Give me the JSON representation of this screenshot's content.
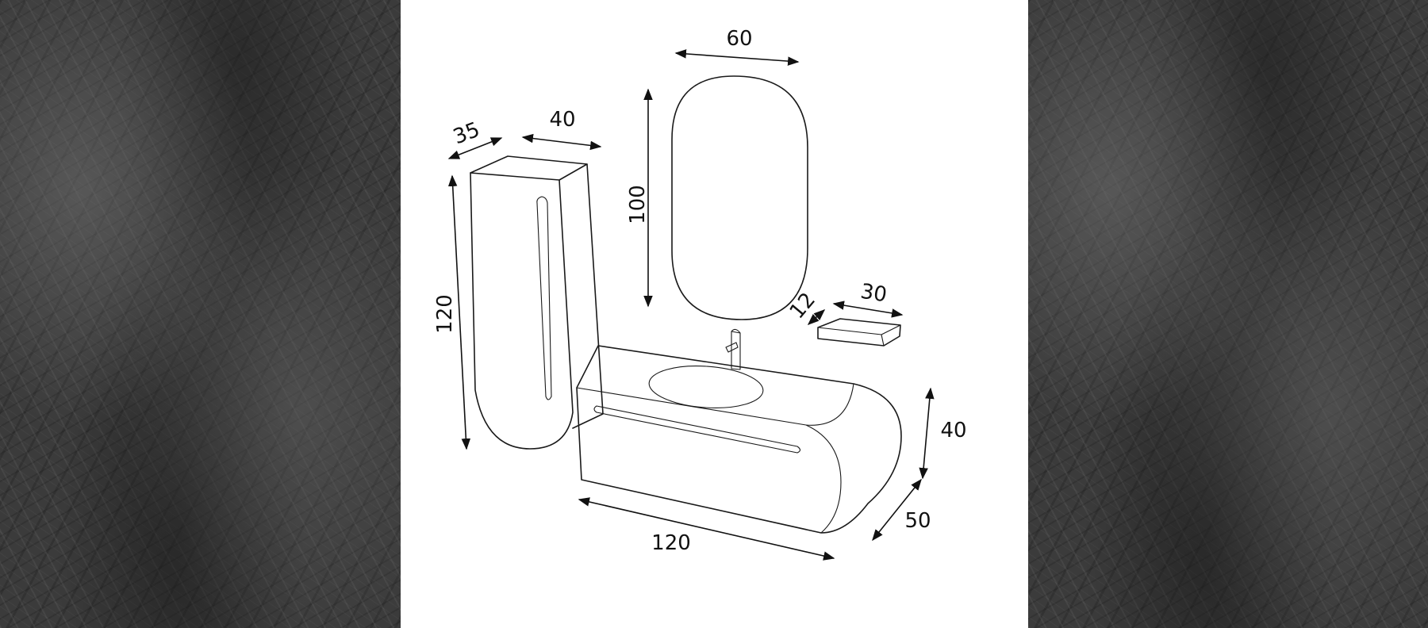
{
  "dimensions": {
    "cabinet_depth": "35",
    "cabinet_width": "40",
    "cabinet_height": "120",
    "mirror_width": "60",
    "mirror_height": "100",
    "shelf_depth": "12",
    "shelf_width": "30",
    "vanity_height": "40",
    "vanity_depth": "50",
    "vanity_width": "120"
  },
  "colors": {
    "panel_background": "#ffffff",
    "line_color": "#1a1a1a",
    "marble_base": "#3b3b3b"
  }
}
